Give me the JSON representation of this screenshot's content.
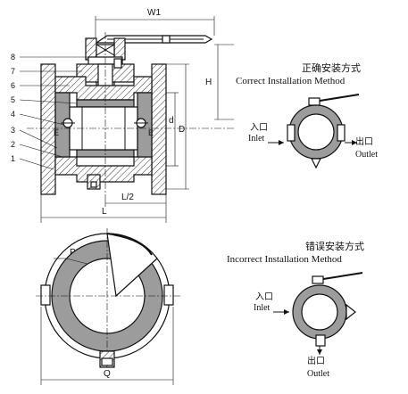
{
  "dimensions": {
    "w1": "W1",
    "h": "H",
    "d_small": "d",
    "d_large": "D",
    "e_left": "E",
    "e_right": "E",
    "half_length": "L/2",
    "length": "L",
    "q": "Q",
    "p": "P"
  },
  "part_numbers": [
    "1",
    "2",
    "3",
    "4",
    "5",
    "6",
    "7",
    "8"
  ],
  "correct": {
    "title_cn": "正确安装方式",
    "title_en": "Correct Installation Method",
    "inlet_cn": "入口",
    "inlet_en": "Inlet",
    "outlet_cn": "出口",
    "outlet_en": "Outlet"
  },
  "incorrect": {
    "title_cn": "错误安装方式",
    "title_en": "Incorrect Installation Method",
    "inlet_cn": "入口",
    "inlet_en": "Inlet",
    "outlet_cn": "出口",
    "outlet_en": "Outlet"
  }
}
